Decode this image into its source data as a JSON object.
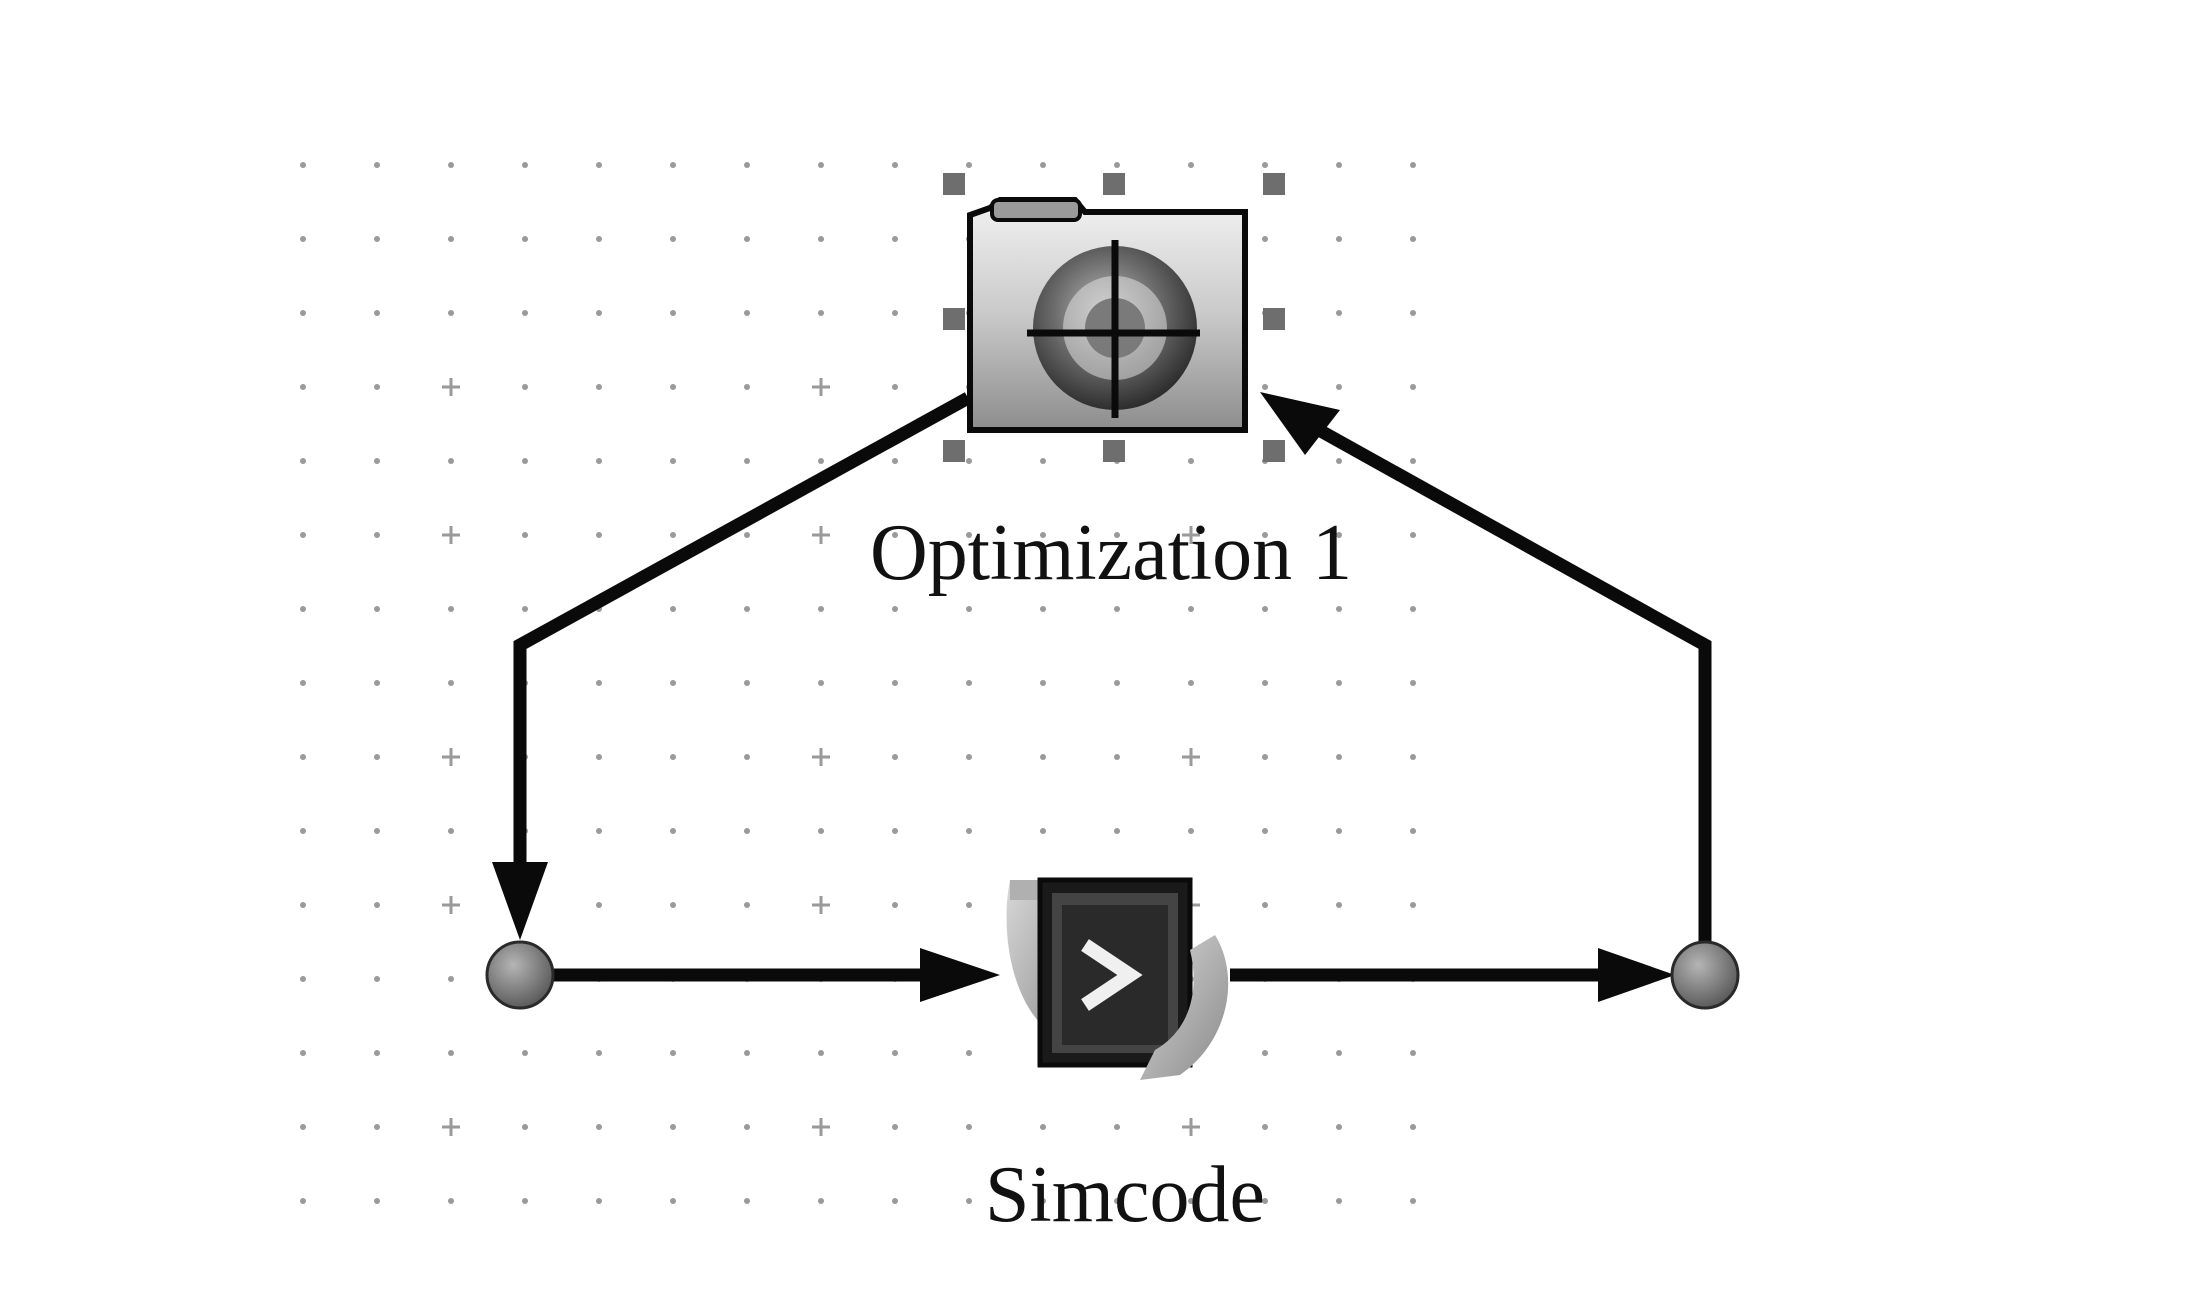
{
  "diagram": {
    "nodes": {
      "optimization": {
        "label": "Optimization 1",
        "icon": "optimization-target-icon"
      },
      "simcode": {
        "label": "Simcode",
        "icon": "simcode-terminal-icon"
      },
      "input_port": {
        "icon": "port-dot-icon"
      },
      "output_port": {
        "icon": "port-dot-icon"
      }
    },
    "edges": [
      {
        "from": "optimization",
        "to": "input_port"
      },
      {
        "from": "input_port",
        "to": "simcode"
      },
      {
        "from": "simcode",
        "to": "output_port"
      },
      {
        "from": "output_port",
        "to": "optimization"
      }
    ],
    "colors": {
      "line": "#0a0a0a",
      "grid_dot": "#9a9a9a",
      "handle": "#6e6e6e",
      "port": "#7d7d7d"
    }
  }
}
